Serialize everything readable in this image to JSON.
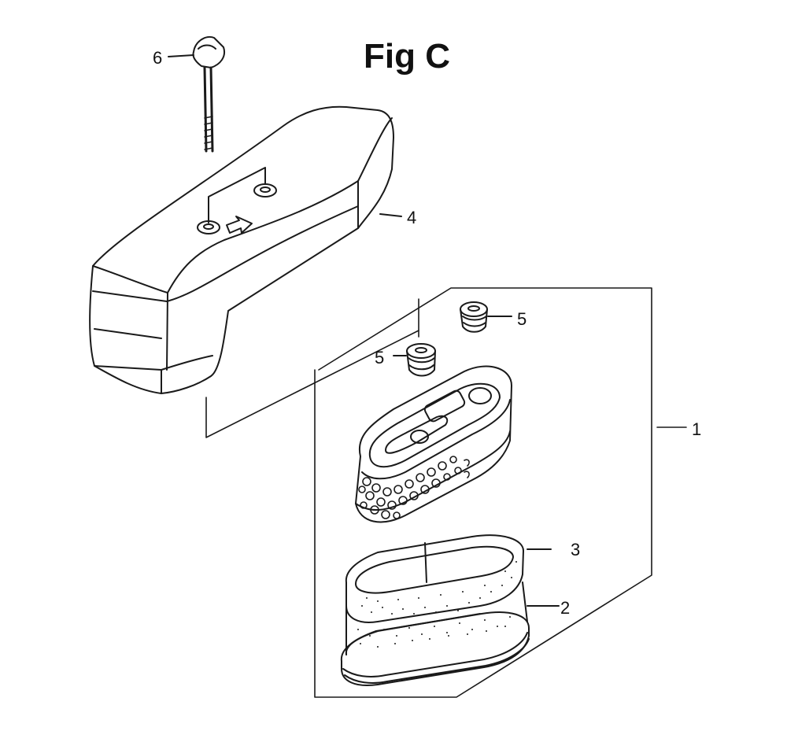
{
  "figure": {
    "title": "Fig C"
  },
  "callouts": [
    {
      "label": "6",
      "part": "wing-nut"
    },
    {
      "label": "4",
      "part": "air-cleaner-cover"
    },
    {
      "label": "5",
      "part": "grommet"
    },
    {
      "label": "5",
      "part": "grommet"
    },
    {
      "label": "1",
      "part": "air-cleaner-assembly"
    },
    {
      "label": "3",
      "part": "outer-foam-element"
    },
    {
      "label": "2",
      "part": "paper-element"
    }
  ]
}
